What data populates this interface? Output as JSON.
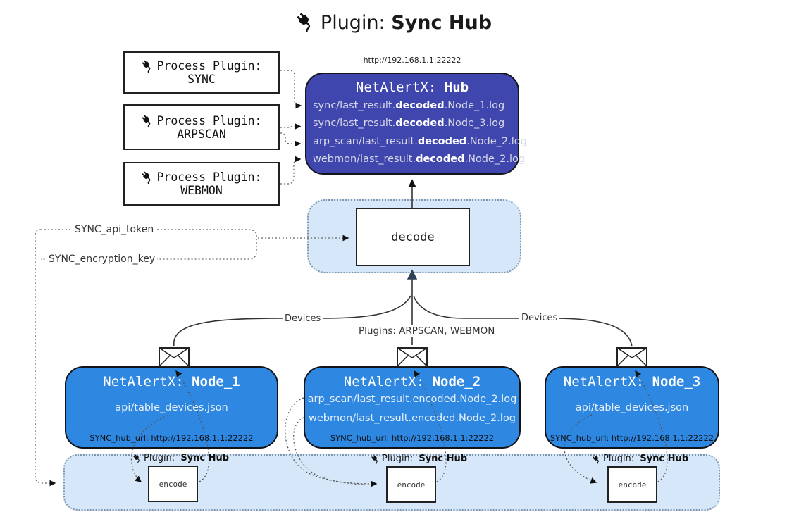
{
  "colors": {
    "hub_fill": "#3f46ad",
    "node_fill": "#2e87e0",
    "band_fill": "#d5e7f8",
    "band_border": "#7d95ad",
    "line": "#333333",
    "dotted_line": "#666666"
  },
  "title": {
    "prefix": "Plugin:",
    "name": "Sync Hub"
  },
  "hub": {
    "url": "http://192.168.1.1:22222",
    "title_prefix": "NetAlertX:",
    "title_name": "Hub",
    "files": [
      {
        "pre": "sync/last_result.",
        "bold": "decoded",
        "post": ".Node_1.log"
      },
      {
        "pre": "sync/last_result.",
        "bold": "decoded",
        "post": ".Node_3.log"
      },
      {
        "pre": "arp_scan/last_result.",
        "bold": "decoded",
        "post": ".Node_2.log"
      },
      {
        "pre": "webmon/last_result.",
        "bold": "decoded",
        "post": ".Node_2.log"
      }
    ]
  },
  "process_plugins": [
    {
      "label": "Process Plugin:",
      "name": "SYNC"
    },
    {
      "label": "Process Plugin:",
      "name": "ARPSCAN"
    },
    {
      "label": "Process Plugin:",
      "name": "WEBMON"
    }
  ],
  "keys": {
    "api_token": "SYNC_api_token",
    "encryption_key": "SYNC_encryption_key"
  },
  "decode": {
    "label": "decode"
  },
  "edges": {
    "devices_left": "Devices",
    "plugins_center": "Plugins: ARPSCAN, WEBMON",
    "devices_right": "Devices"
  },
  "nodes": [
    {
      "title_prefix": "NetAlertX:",
      "title_name": "Node_1",
      "files": [
        "api/table_devices.json"
      ],
      "hub_url": "SYNC_hub_url: http://192.168.1.1:22222"
    },
    {
      "title_prefix": "NetAlertX:",
      "title_name": "Node_2",
      "files": [
        "arp_scan/last_result.encoded.Node_2.log",
        "webmon/last_result.encoded.Node_2.log"
      ],
      "hub_url": "SYNC_hub_url: http://192.168.1.1:22222"
    },
    {
      "title_prefix": "NetAlertX:",
      "title_name": "Node_3",
      "files": [
        "api/table_devices.json"
      ],
      "hub_url": "SYNC_hub_url: http://192.168.1.1:22222"
    }
  ],
  "encoders": [
    {
      "plugin_prefix": "Plugin:",
      "plugin_name": "Sync Hub",
      "label": "encode"
    },
    {
      "plugin_prefix": "Plugin:",
      "plugin_name": "Sync Hub",
      "label": "encode"
    },
    {
      "plugin_prefix": "Plugin:",
      "plugin_name": "Sync Hub",
      "label": "encode"
    }
  ]
}
